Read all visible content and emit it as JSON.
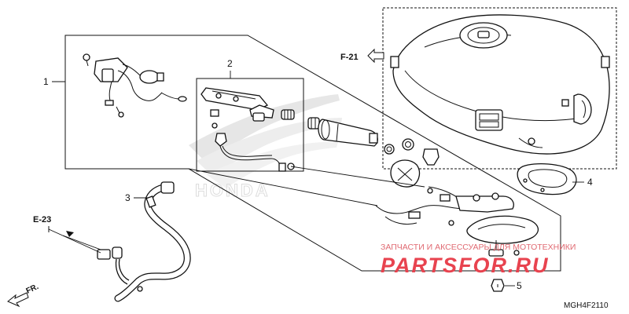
{
  "callouts": {
    "c1": "1",
    "c2": "2",
    "c3": "3",
    "c4": "4",
    "c5": "5"
  },
  "references": {
    "f21": "F-21",
    "e23": "E-23",
    "fr": "FR."
  },
  "watermark": {
    "caption": "ЗАПЧАСТИ И АКСЕССУАРЫ ДЛЯ МОТОТЕХНИКИ",
    "brand": "PARTSFOR.RU"
  },
  "logo_text": "HONDA",
  "diagram_code": "MGH4F2110",
  "colors": {
    "line": "#111111",
    "watermark": "#e8434f"
  }
}
